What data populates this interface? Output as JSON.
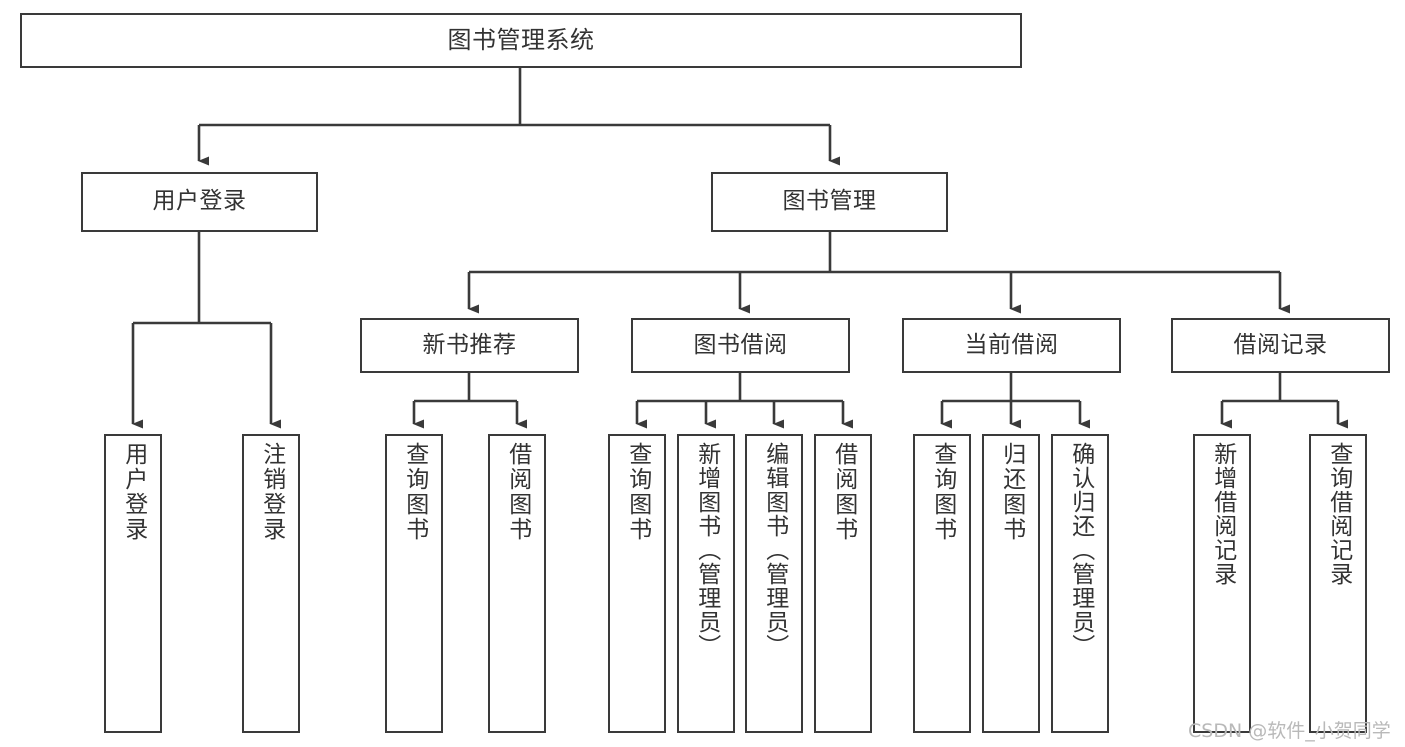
{
  "diagram": {
    "title": "图书管理系统",
    "type": "tree-hierarchy",
    "watermark": "CSDN @软件_小贺同学",
    "colors": {
      "stroke": "#3a3a3a",
      "text": "#333333",
      "background": "#ffffff",
      "watermark": "#b9b9b9"
    },
    "nodes": {
      "root": {
        "label": "图书管理系统"
      },
      "level1": [
        {
          "id": "user-login",
          "label": "用户登录"
        },
        {
          "id": "book-manage",
          "label": "图书管理"
        }
      ],
      "level2": [
        {
          "id": "new-book-recommend",
          "label": "新书推荐"
        },
        {
          "id": "book-borrow",
          "label": "图书借阅"
        },
        {
          "id": "current-borrow",
          "label": "当前借阅"
        },
        {
          "id": "borrow-record",
          "label": "借阅记录"
        }
      ],
      "leaves": {
        "user_login": [
          {
            "id": "leaf-user-login",
            "label": "用户登录"
          },
          {
            "id": "leaf-logout-login",
            "label": "注销登录"
          }
        ],
        "new_book_recommend": [
          {
            "id": "leaf-query-book-1",
            "label": "查询图书"
          },
          {
            "id": "leaf-borrow-book-1",
            "label": "借阅图书"
          }
        ],
        "book_borrow": [
          {
            "id": "leaf-query-book-2",
            "label": "查询图书"
          },
          {
            "id": "leaf-add-book",
            "label": "新增图书（管理员）"
          },
          {
            "id": "leaf-edit-book",
            "label": "编辑图书（管理员）"
          },
          {
            "id": "leaf-borrow-book-2",
            "label": "借阅图书"
          }
        ],
        "current_borrow": [
          {
            "id": "leaf-query-book-3",
            "label": "查询图书"
          },
          {
            "id": "leaf-return-book",
            "label": "归还图书"
          },
          {
            "id": "leaf-confirm-return",
            "label": "确认归还（管理员）"
          }
        ],
        "borrow_record": [
          {
            "id": "leaf-add-borrow-record",
            "label": "新增借阅记录"
          },
          {
            "id": "leaf-query-borrow-record",
            "label": "查询借阅记录"
          }
        ]
      }
    }
  }
}
